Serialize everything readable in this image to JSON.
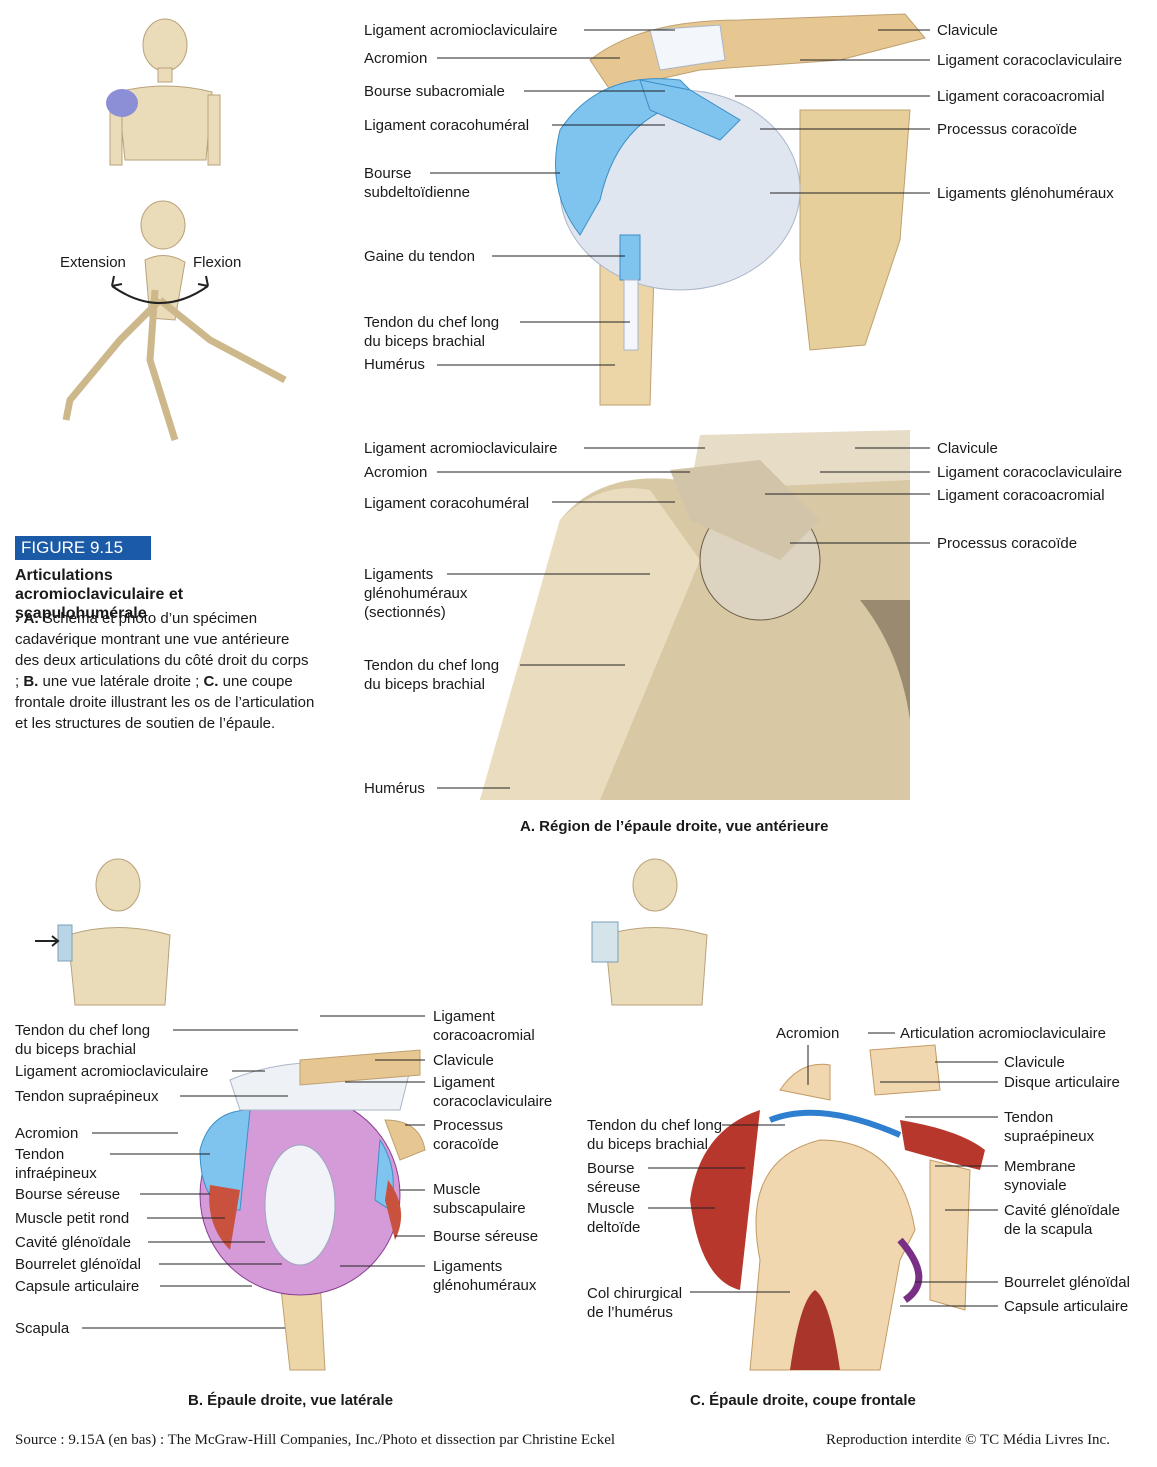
{
  "figure": {
    "badge": "FIGURE 9.15",
    "title": "Articulations\nacromioclaviculaire et\nscapulohumérale",
    "body_lead": "› A.",
    "body_1": " Schéma et photo d’un spécimen cadavérique montrant une vue antérieure des deux articulations du côté droit du corps ; ",
    "body_b": "B.",
    "body_2": " une vue latérale droite ; ",
    "body_c": "C.",
    "body_3": " une coupe frontale droite illustrant les os de l’articulation et les structures de soutien de l’épaule."
  },
  "motion": {
    "extension": "Extension",
    "flexion": "Flexion"
  },
  "panelA_top": {
    "left": [
      "Ligament acromioclaviculaire",
      "Acromion",
      "Bourse subacromiale",
      "Ligament coracohuméral",
      "Bourse\nsubdeltoïdienne",
      "Gaine du tendon",
      "Tendon du chef long\ndu biceps brachial",
      "Humérus"
    ],
    "right": [
      "Clavicule",
      "Ligament coracoclaviculaire",
      "Ligament coracoacromial",
      "Processus coracoïde",
      "Ligaments glénohuméraux"
    ]
  },
  "panelA_photo": {
    "left": [
      "Ligament acromioclaviculaire",
      "Acromion",
      "Ligament coracohuméral",
      "Ligaments\nglénohuméraux\n(sectionnés)",
      "Tendon du chef long\ndu biceps brachial",
      "Humérus"
    ],
    "right": [
      "Clavicule",
      "Ligament coracoclaviculaire",
      "Ligament coracoacromial",
      "Processus coracoïde"
    ]
  },
  "panelB": {
    "left": [
      "Tendon du chef long\ndu biceps brachial",
      "Ligament acromioclaviculaire",
      "Tendon supraépineux",
      "Acromion",
      "Tendon\ninfraépineux",
      "Bourse séreuse",
      "Muscle petit rond",
      "Cavité glénoïdale",
      "Bourrelet glénoïdal",
      "Capsule articulaire",
      "Scapula"
    ],
    "right": [
      "Ligament\ncoracoacromial",
      "Clavicule",
      "Ligament\ncoracoclaviculaire",
      "Processus\ncoracoïde",
      "Muscle\nsubscapulaire",
      "Bourse séreuse",
      "Ligaments\nglénohuméraux"
    ]
  },
  "panelC": {
    "top": [
      "Acromion",
      "Articulation acromioclaviculaire"
    ],
    "left": [
      "Tendon du chef long\ndu biceps brachial",
      "Bourse\nséreuse",
      "Muscle\ndeltoïde",
      "Col chirurgical\nde l’humérus"
    ],
    "right": [
      "Clavicule",
      "Disque articulaire",
      "Tendon\nsupraépineux",
      "Membrane\nsynoviale",
      "Cavité glénoïdale\nde la scapula",
      "Bourrelet glénoïdal",
      "Capsule articulaire"
    ]
  },
  "captions": {
    "a": "A. Région de l’épaule droite, vue antérieure",
    "b": "B. Épaule droite, vue latérale",
    "c": "C. Épaule droite, coupe frontale"
  },
  "footer": {
    "source": "Source : 9.15A (en bas) : The McGraw-Hill Companies, Inc./Photo et dissection par Christine Eckel",
    "rights": "Reproduction interdite © TC Média Livres Inc."
  },
  "colors": {
    "bone": "#ecd6a8",
    "bursa": "#7fc3ef",
    "ligament": "#e9eef6",
    "cavity": "#c27ad0",
    "muscle": "#b8372c",
    "badge": "#1b5aa6"
  }
}
